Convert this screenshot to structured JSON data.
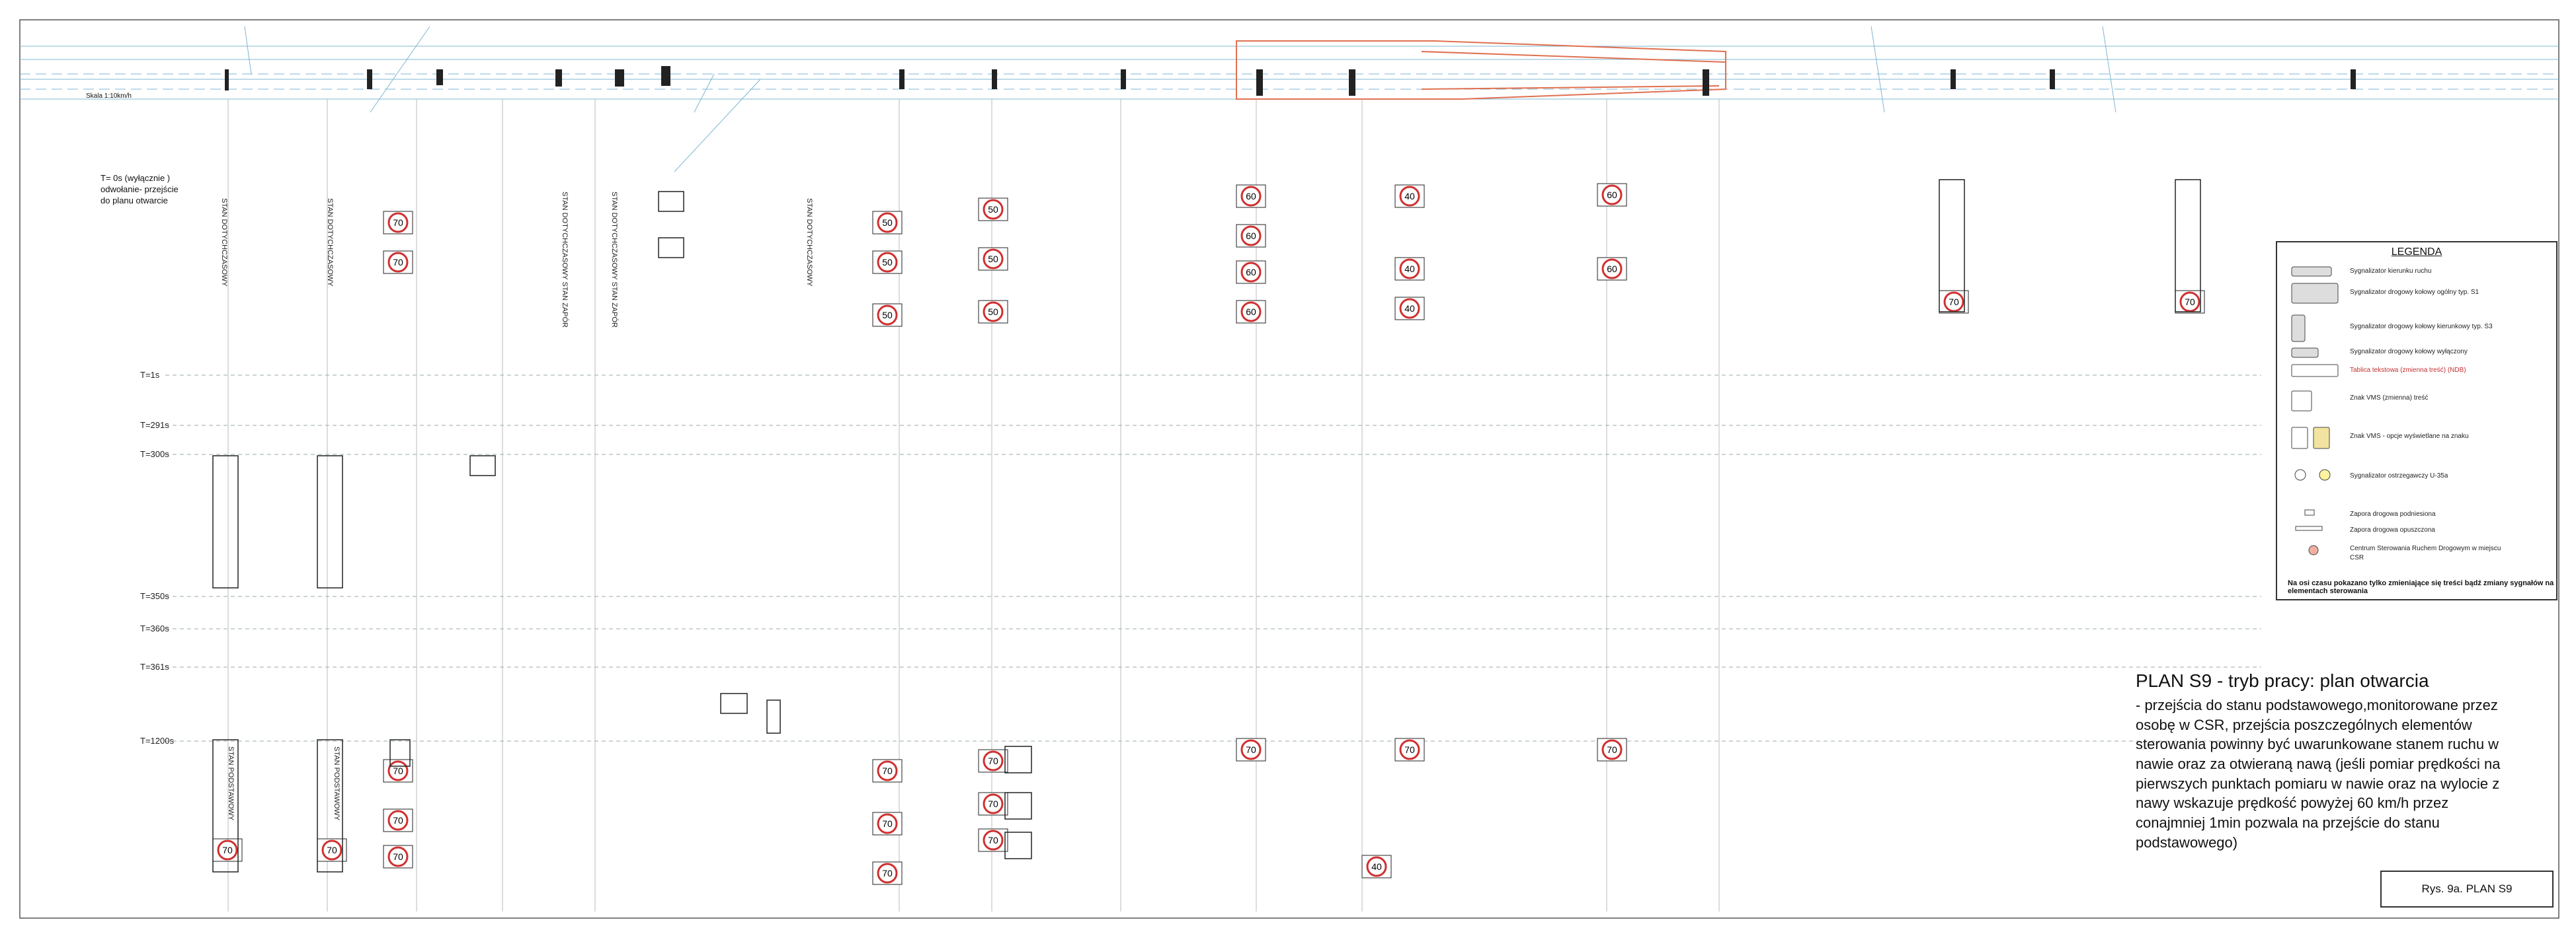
{
  "time_rows": [
    {
      "label": "T=1s"
    },
    {
      "label": "T=291s"
    },
    {
      "label": "T=300s"
    },
    {
      "label": "T=350s"
    },
    {
      "label": "T=360s"
    },
    {
      "label": "T=361s"
    },
    {
      "label": "T=1200s"
    }
  ],
  "t0": {
    "label": "T= 0s  (wyłącznie )",
    "line2": "odwołanie- przejście",
    "line3": "do planu otwarcie"
  },
  "scale_label": "Skala 1:10km/h",
  "states": [
    "STAN DOTYCHCZASOWY",
    "STAN DOTYCHCZASOWY",
    "STAN DOTYCHCZASOWY STAN ZAPÓR",
    "STAN DOTYCHCZASOWY STAN ZAPÓR",
    "STAN DOTYCHCZASOWY",
    "STAN PODSTAWOWY",
    "STAN PODSTAWOWY"
  ],
  "signs": {
    "v50": "50",
    "v60": "60",
    "v70": "70",
    "v40": "40",
    "v60b": "60"
  },
  "legend": {
    "title": "LEGENDA",
    "items": [
      "Sygnalizator kierunku ruchu",
      "Sygnalizator drogowy kołowy ogólny typ. S1",
      "Sygnalizator drogowy kołowy kierunkowy typ. S3",
      "Sygnalizator drogowy kołowy wyłączony",
      "Tablica tekstowa (zmienna treść) (NDB)",
      "Znak VMS (zmienna) treść",
      "Znak VMS - opcje wyświetlane na znaku",
      "Sygnalizator ostrzegawczy U-35a",
      "Zapora drogowa podniesiona",
      "Zapora drogowa opuszczona",
      "Centrum Sterowania Ruchem Drogowym w miejscu",
      "CSR"
    ],
    "note": "Na osi czasu pokazano tylko zmieniające się treści bądź zmiany sygnałów na elementach sterowania"
  },
  "title": {
    "heading": "PLAN S9 - tryb pracy: plan otwarcia",
    "body": "- przejścia do stanu podstawowego,monitorowane przez osobę w CSR, przejścia poszczególnych elementów sterowania powinny być uwarunkowane stanem ruchu w nawie oraz za otwieraną nawą (jeśli pomiar prędkości na pierwszych punktach pomiaru w nawie oraz na wylocie z nawy wskazuje prędkość powyżej 60 km/h przez conajmniej 1min pozwala na przejście do stanu podstawowego)"
  },
  "stamp": "Rys. 9a. PLAN S9",
  "colors": {
    "road": "#7fb7d0",
    "tunnel": "#e07050",
    "sign_red": "#d03030",
    "amber": "#e5b020",
    "grid": "#9aa"
  }
}
